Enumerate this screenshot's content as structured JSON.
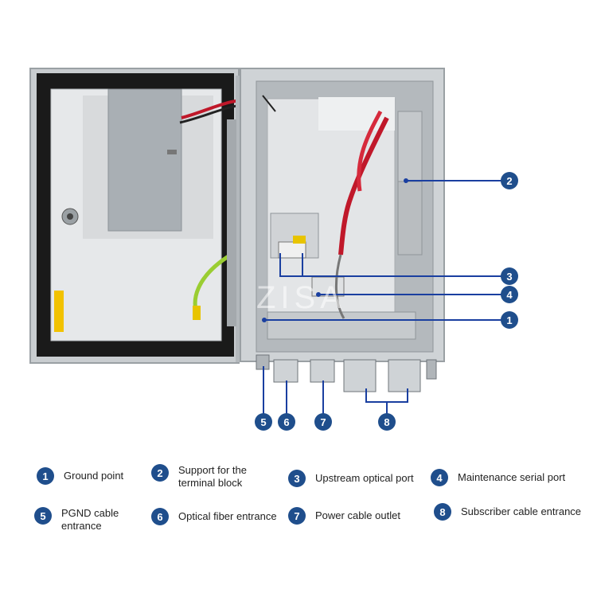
{
  "watermark": "ZISA",
  "callouts": [
    "1",
    "2",
    "3",
    "4",
    "5",
    "6",
    "7",
    "8"
  ],
  "legend": [
    {
      "num": "1",
      "label": "Ground point"
    },
    {
      "num": "2",
      "label": "Support for the\nterminal block"
    },
    {
      "num": "3",
      "label": "Upstream optical port"
    },
    {
      "num": "4",
      "label": "Maintenance serial port"
    },
    {
      "num": "5",
      "label": "PGND cable\nentrance"
    },
    {
      "num": "6",
      "label": "Optical fiber entrance"
    },
    {
      "num": "7",
      "label": "Power cable outlet"
    },
    {
      "num": "8",
      "label": "Subscriber cable entrance"
    }
  ],
  "colors": {
    "badge": "#1f4e8c",
    "leader": "#1a3fa0",
    "enclosure": "#cfd3d6",
    "cable_red": "#c0182a",
    "cable_ground": "#9acd32"
  }
}
